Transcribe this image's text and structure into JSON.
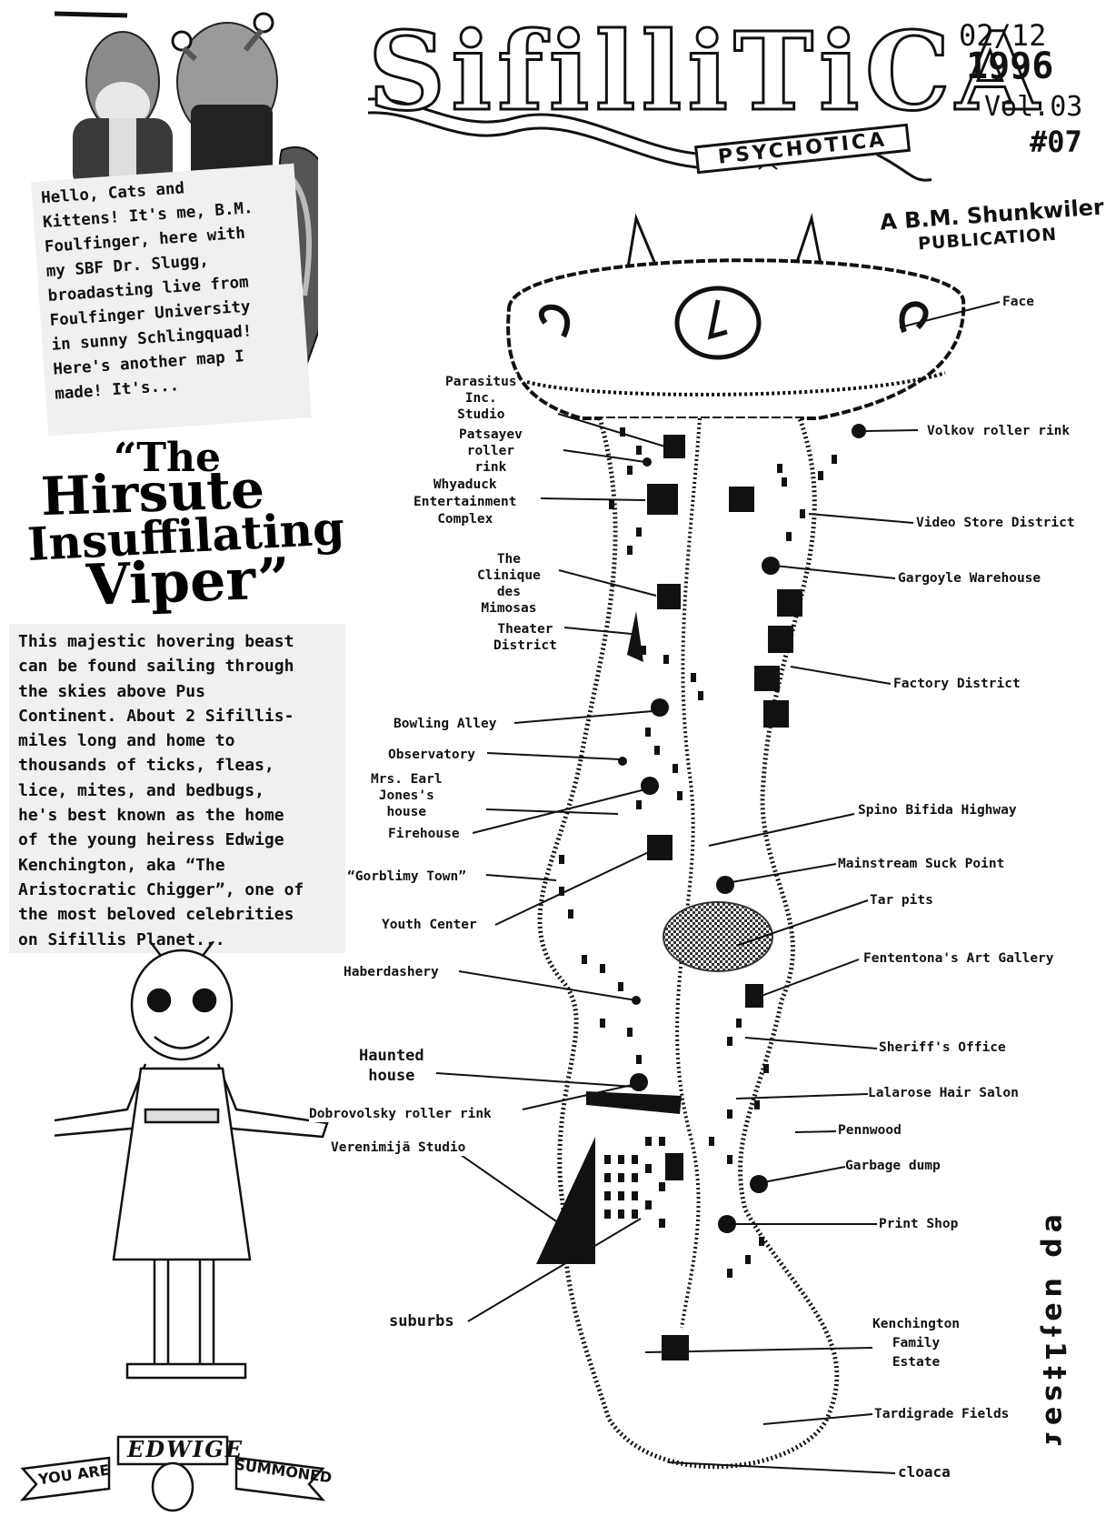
{
  "masthead": {
    "logo_title": "SifilliTiCA",
    "logo_subtitle": "PSYCHOTICA",
    "date": "02/12",
    "year": "1996",
    "volume": "Vol.03",
    "issue": "#07",
    "publisher_line1": "A B.M. Shunkwiler",
    "publisher_line2": "PUBLICATION"
  },
  "intro": {
    "lines": [
      "Hello, Cats and",
      "Kittens! It's me, B.M.",
      "Foulfinger, here with",
      "my SBF Dr. Slugg,",
      "broadasting live from",
      "Foulfinger University",
      "in sunny Schlingquad!",
      "Here's another map I",
      "made! It's..."
    ]
  },
  "feature_title": {
    "line1": "“The",
    "line2": "Hirsute",
    "line3": "Insuffilating",
    "line4": "Viper”"
  },
  "description": {
    "lines": [
      "This majestic hovering beast",
      "can be found sailing through",
      "the skies above Pus",
      "Continent. About 2 Sifillis-",
      "miles long and home to",
      "thousands of ticks, fleas,",
      "lice, mites, and bedbugs,",
      "he's best known as the home",
      "of the young heiress Edwige",
      "Kenchington, aka “The",
      "Aristocratic Chigger”, one of",
      "the most beloved celebrities",
      "on Sifillis Planet..."
    ]
  },
  "banner": {
    "name": "EDWIGE",
    "left": "YOU ARE",
    "right": "SUMMONED"
  },
  "side_text": "ɐp uǝɟ1‡səɾ",
  "map": {
    "labels_left": {
      "parasitus": "Parasitus\nInc.\nStudio",
      "patsayev": "Patsayev\nroller\nrink",
      "whyaduck": "Whyaduck\nEntertainment\nComplex",
      "clinique": "The\nClinique\ndes\nMimosas",
      "theater": "Theater\nDistrict",
      "bowling": "Bowling Alley",
      "observatory": "Observatory",
      "jones": "Mrs. Earl\nJones's\nhouse",
      "firehouse": "Firehouse",
      "gorblimy": "“Gorblimy Town”",
      "youth": "Youth Center",
      "haberdashery": "Haberdashery",
      "haunted": "Haunted\nhouse",
      "dobrovolsky": "Dobrovolsky roller rink",
      "verenimija": "Verenimijä Studio",
      "suburbs": "suburbs"
    },
    "labels_right": {
      "face": "Face",
      "volkov": "Volkov roller rink",
      "video": "Video Store District",
      "gargoyle": "Gargoyle Warehouse",
      "factory": "Factory District",
      "spino": "Spino Bifida Highway",
      "mainstream": "Mainstream Suck Point",
      "tar": "Tar pits",
      "fententona": "Fententona's Art Gallery",
      "sheriff": "Sheriff's Office",
      "lalarose": "Lalarose Hair Salon",
      "pennwood": "Pennwood",
      "garbage": "Garbage dump",
      "print": "Print Shop",
      "kenchington": "Kenchington\nFamily\nEstate",
      "tardigrade": "Tardigrade Fields",
      "cloaca": "cloaca"
    }
  }
}
